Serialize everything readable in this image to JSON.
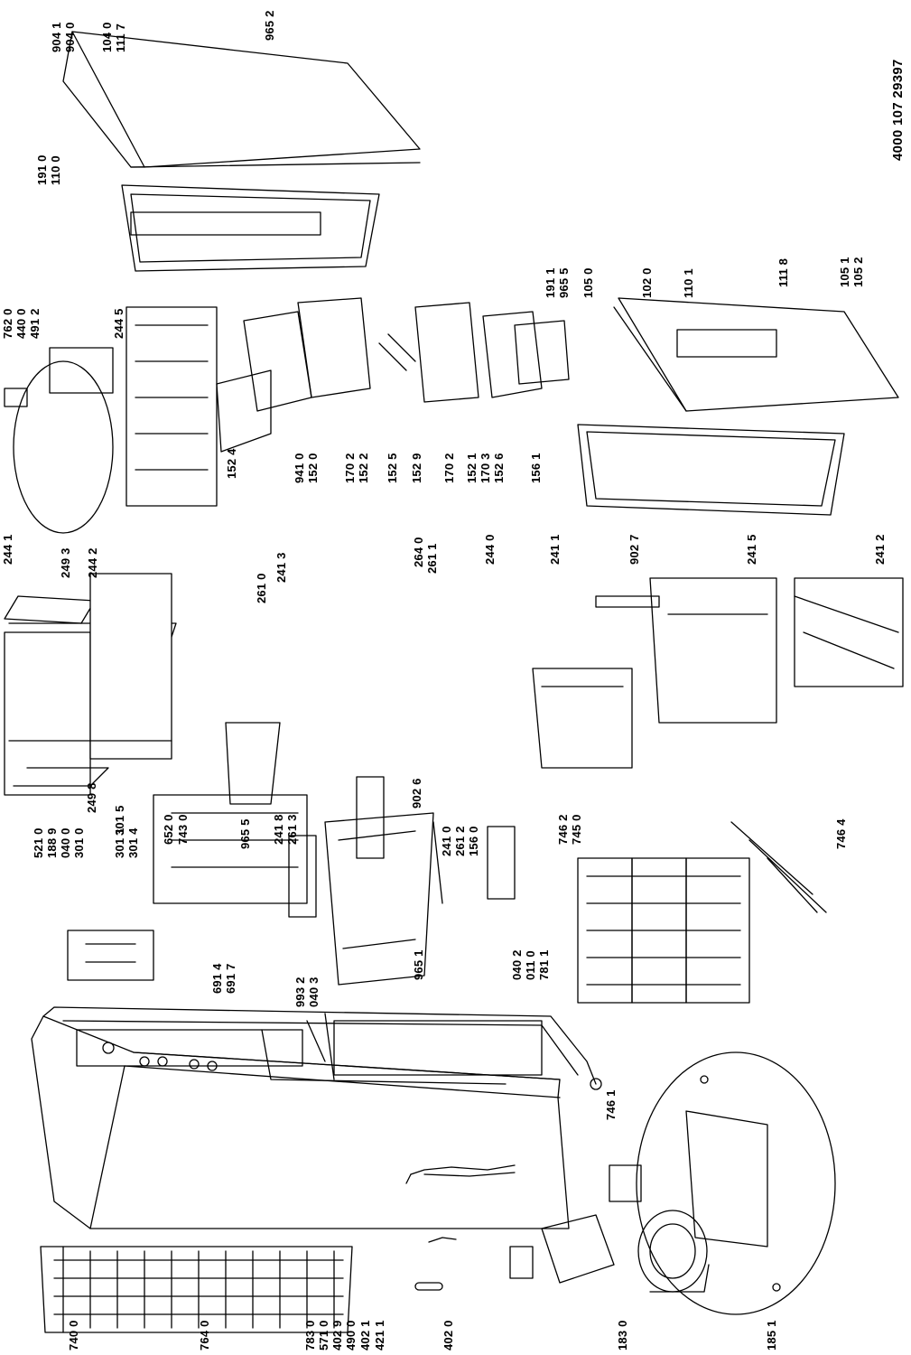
{
  "document_number": "4000 107 29397",
  "labels": [
    "521 0",
    "188 9",
    "040 0",
    "301 0",
    "301 5",
    "301 1",
    "301 4",
    "652 0",
    "743 0",
    "965 5",
    "241 8",
    "261 3",
    "902 6",
    "241 0",
    "261 2",
    "156 0",
    "746 2",
    "745 0",
    "746 4",
    "691 4",
    "691 7",
    "993 2",
    "040 3",
    "965 1",
    "040 2",
    "011 0",
    "781 1",
    "244 1",
    "249 3",
    "244 2",
    "249 8",
    "261 0",
    "241 3",
    "264 0",
    "261 1",
    "244 0",
    "241 1",
    "902 7",
    "241 5",
    "241 2",
    "762 0",
    "440 0",
    "491 2",
    "244 5",
    "152 4",
    "941 0",
    "152 0",
    "170 2",
    "152 2",
    "152 5",
    "152 9",
    "170 2",
    "152 1",
    "170 3",
    "152 6",
    "156 1",
    "904 1",
    "904 0",
    "104 0",
    "111 7",
    "965 2",
    "191 0",
    "110 0",
    "191 1",
    "965 5",
    "105 0",
    "102 0",
    "110 1",
    "111 8",
    "105 1",
    "105 2",
    "740 0",
    "764 0",
    "783 0",
    "571 0",
    "402 9",
    "490 0",
    "402 1",
    "421 1",
    "402 0",
    "183 0",
    "185 1",
    "746 1"
  ]
}
